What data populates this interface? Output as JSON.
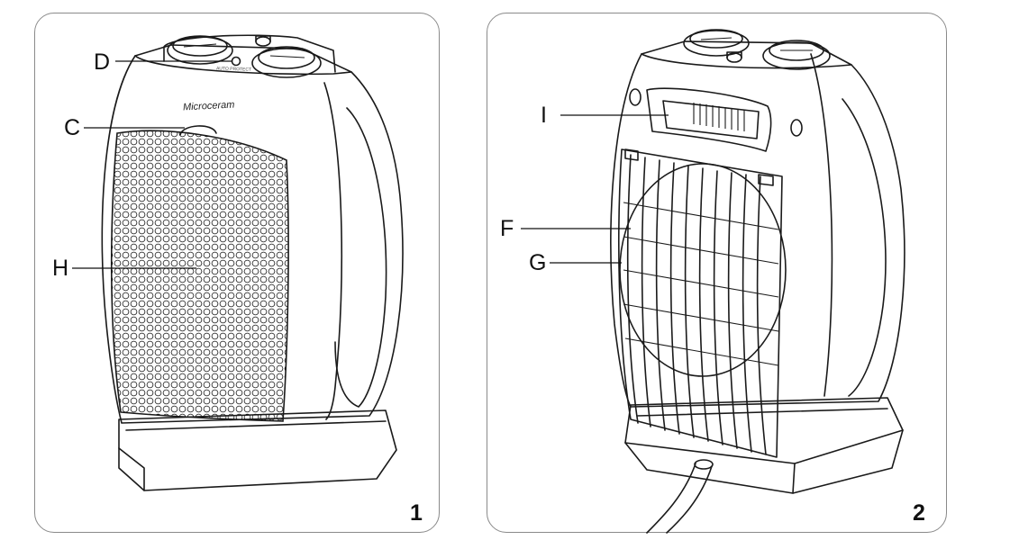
{
  "figures": [
    {
      "number": "1",
      "brand_label": "Microceram",
      "small_label": "AUTO PROTECT",
      "callouts": [
        "D",
        "C",
        "H"
      ]
    },
    {
      "number": "2",
      "callouts": [
        "I",
        "F",
        "G"
      ]
    }
  ],
  "colors": {
    "line": "#1a1a1a",
    "frame": "#8a8a8a",
    "background": "#ffffff"
  }
}
